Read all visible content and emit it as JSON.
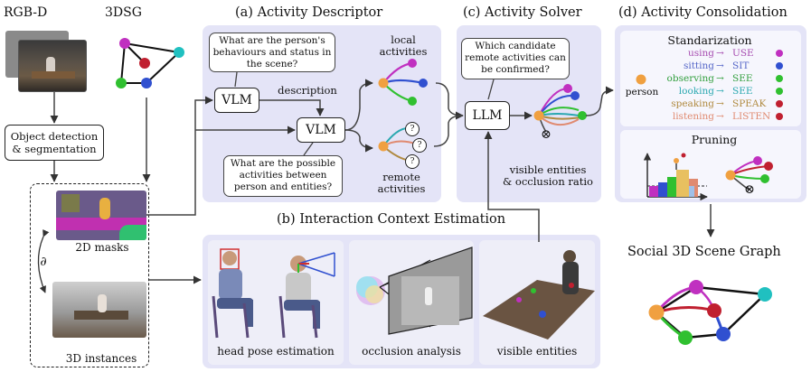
{
  "inputs": {
    "rgbd_title": "RGB-D",
    "dsg_title": "3DSG",
    "detection_label_line1": "Object detection",
    "detection_label_line2": "& segmentation",
    "masks_label": "2D masks",
    "instances_label": "3D instances",
    "link_symbol": "∂"
  },
  "activity_descriptor": {
    "title": "(a) Activity Descriptor",
    "question1": "What are the person's behaviours and status in the scene?",
    "question2": "What are the possible activities between person and entities?",
    "vlm_label": "VLM",
    "description_label": "description",
    "local_label_line1": "local",
    "local_label_line2": "activities",
    "remote_label_line1": "remote",
    "remote_label_line2": "activities",
    "unknown_symbol": "?"
  },
  "activity_solver": {
    "title": "(c) Activity Solver",
    "question": "Which candidate remote activities can be confirmed?",
    "llm_label": "LLM",
    "input_label_line1": "visible entities",
    "input_label_line2": "& occlusion ratio",
    "rejected_symbol": "⊗"
  },
  "consolidation": {
    "title": "(d) Activity Consolidation",
    "standardization_title": "Standarization",
    "person_label": "person",
    "mappings": [
      {
        "from": "using",
        "to": "USE",
        "color": "#a64bb0",
        "node": "#c030c0"
      },
      {
        "from": "sitting",
        "to": "SIT",
        "color": "#5566c8",
        "node": "#3050d0"
      },
      {
        "from": "observing",
        "to": "SEE",
        "color": "#34a040",
        "node": "#30c030"
      },
      {
        "from": "looking",
        "to": "SEE",
        "color": "#2aa8b0",
        "node": "#30c030"
      },
      {
        "from": "speaking",
        "to": "SPEAK",
        "color": "#b08a40",
        "node": "#c02030"
      },
      {
        "from": "listening",
        "to": "LISTEN",
        "color": "#e08a70",
        "node": "#c02030"
      }
    ],
    "pruning_title": "Pruning",
    "rejected_symbol": "⊗"
  },
  "context_estimation": {
    "title": "(b) Interaction Context Estimation",
    "panels": [
      "head pose estimation",
      "occlusion analysis",
      "visible entities"
    ]
  },
  "output": {
    "title": "Social 3D Scene Graph"
  },
  "colors": {
    "panel_bg": "#e4e4f7",
    "orange": "#f0a040",
    "magenta": "#c030c0",
    "green": "#30c030",
    "blue": "#3050d0",
    "red": "#c02030",
    "cyan": "#20c0c0"
  }
}
